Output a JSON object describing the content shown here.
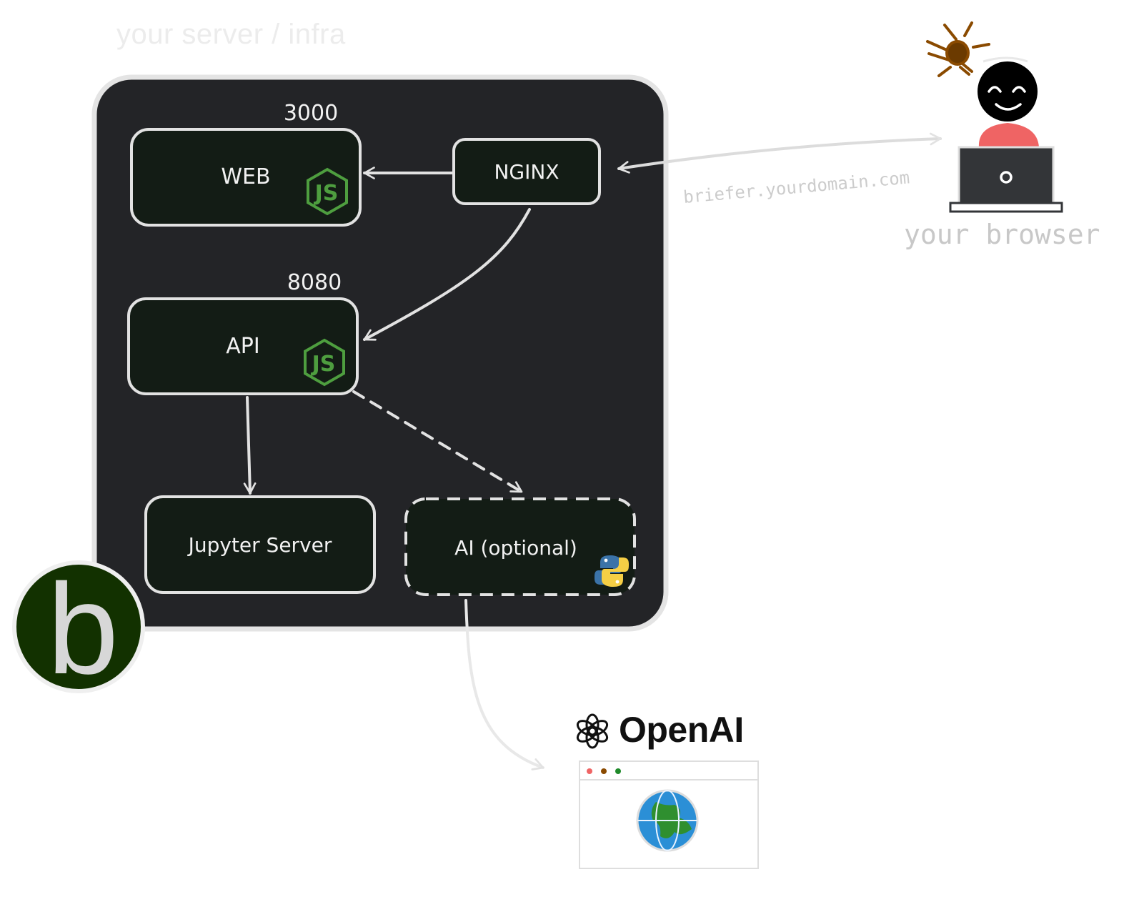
{
  "infra_label": "your server / infra",
  "browser_label": "your browser",
  "domain_label": "briefer.yourdomain.com",
  "nodes": {
    "web": {
      "label": "WEB",
      "port": "3000",
      "runtime_icon": "nodejs-icon"
    },
    "nginx": {
      "label": "NGINX"
    },
    "api": {
      "label": "API",
      "port": "8080",
      "runtime_icon": "nodejs-icon"
    },
    "jupyter": {
      "label": "Jupyter Server"
    },
    "ai": {
      "label": "AI (optional)",
      "runtime_icon": "python-icon",
      "optional": true
    }
  },
  "external": {
    "openai": {
      "label": "OpenAI",
      "icon": "openai-icon"
    }
  },
  "logo": {
    "letter": "b",
    "name": "briefer-logo"
  },
  "edges": [
    {
      "from": "browser",
      "to": "nginx",
      "style": "solid",
      "bidirectional": true
    },
    {
      "from": "nginx",
      "to": "web",
      "style": "solid"
    },
    {
      "from": "nginx",
      "to": "api",
      "style": "solid"
    },
    {
      "from": "api",
      "to": "jupyter",
      "style": "solid"
    },
    {
      "from": "api",
      "to": "ai",
      "style": "dashed"
    },
    {
      "from": "ai",
      "to": "openai",
      "style": "solid"
    }
  ],
  "colors": {
    "infra_bg": "#232427",
    "node_bg": "#131c15",
    "stroke": "#e2e2e2",
    "node_js": "#4e9e3f",
    "logo_bg": "#123100",
    "person_shirt": "#ef6464",
    "bulb": "#8a4a00"
  }
}
